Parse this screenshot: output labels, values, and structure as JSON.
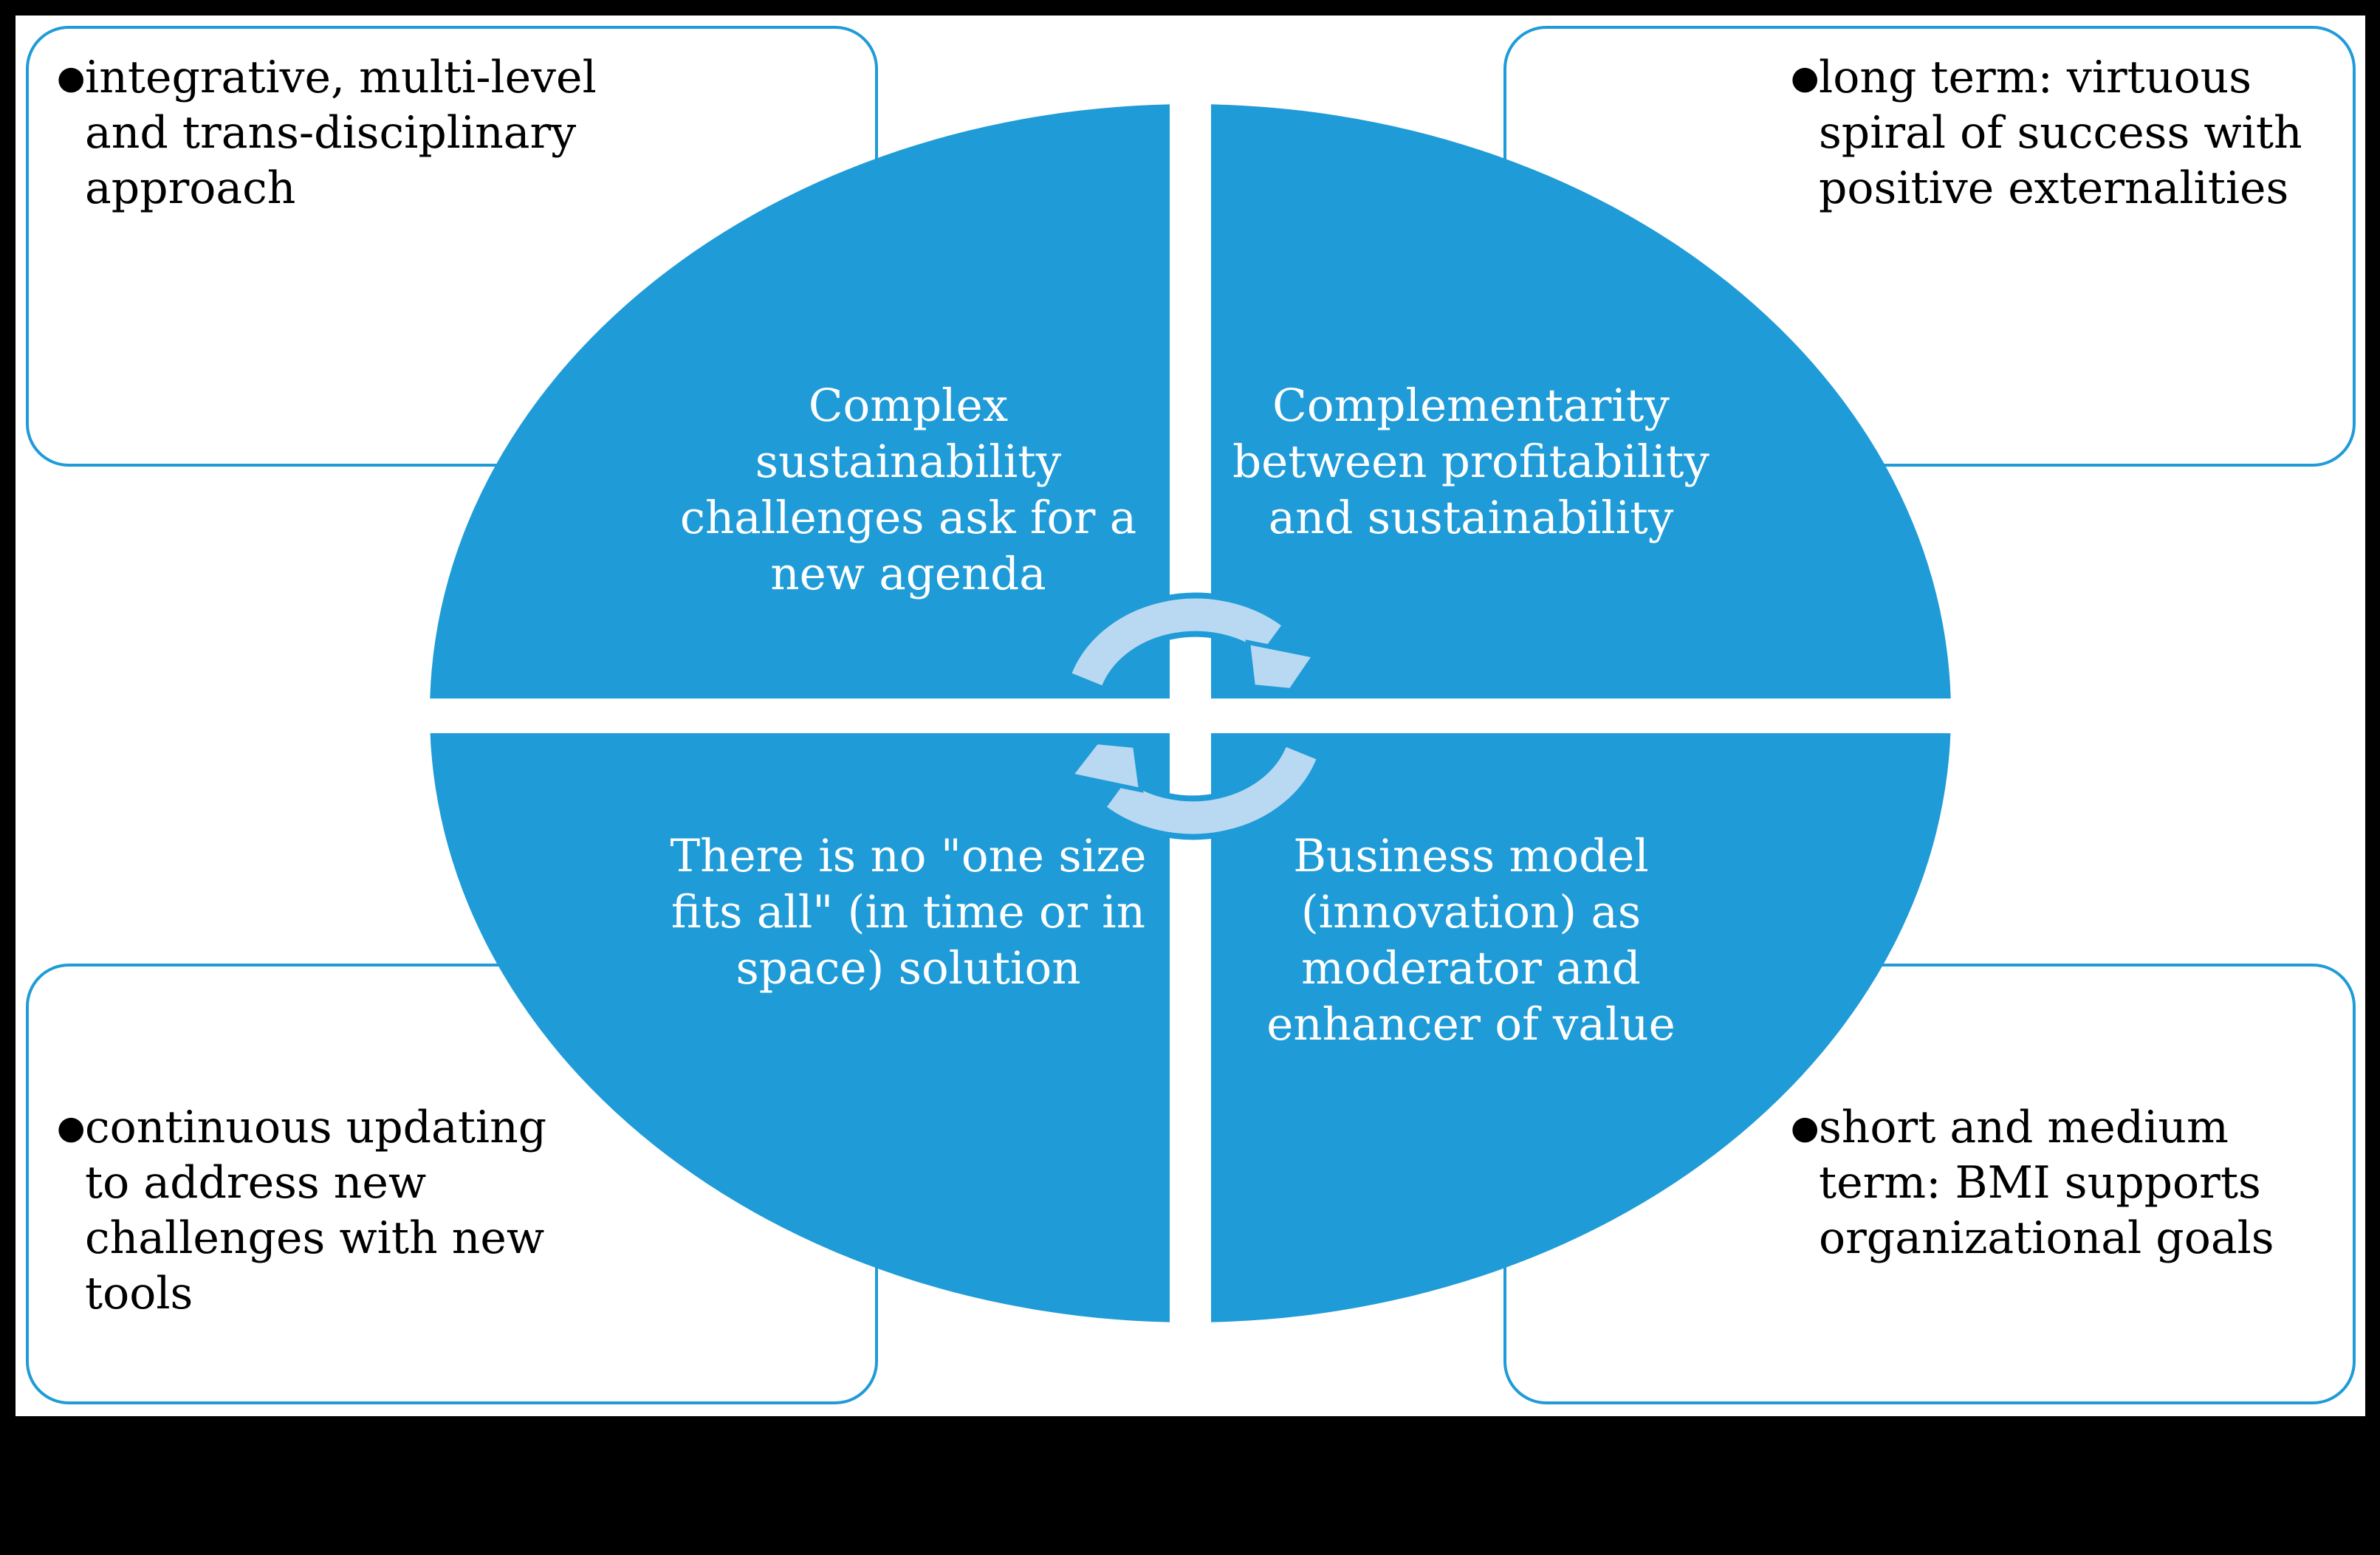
{
  "colors": {
    "accent": "#1f9bd8",
    "arrow": "#b9d9f2",
    "background": "#ffffff",
    "frame": "#000000"
  },
  "quadrants": {
    "top_left": "Complex sustainability challenges ask for a new agenda",
    "top_right": "Complementarity between profitability and sustainability",
    "bottom_left": "There is no \"one size fits all\" (in time or in space) solution",
    "bottom_right": "Business model (innovation) as moderator and enhancer of value"
  },
  "boxes": {
    "top_left": "integrative, multi-level and trans-disciplinary approach",
    "top_right": "long term: virtuous spiral of success with positive externalities",
    "bottom_left": "continuous updating to address new challenges with new tools",
    "bottom_right": "short and medium term: BMI supports organizational goals"
  },
  "icons": {
    "cycle": "circular-arrows-icon",
    "bullet": "bullet-dot-icon"
  }
}
